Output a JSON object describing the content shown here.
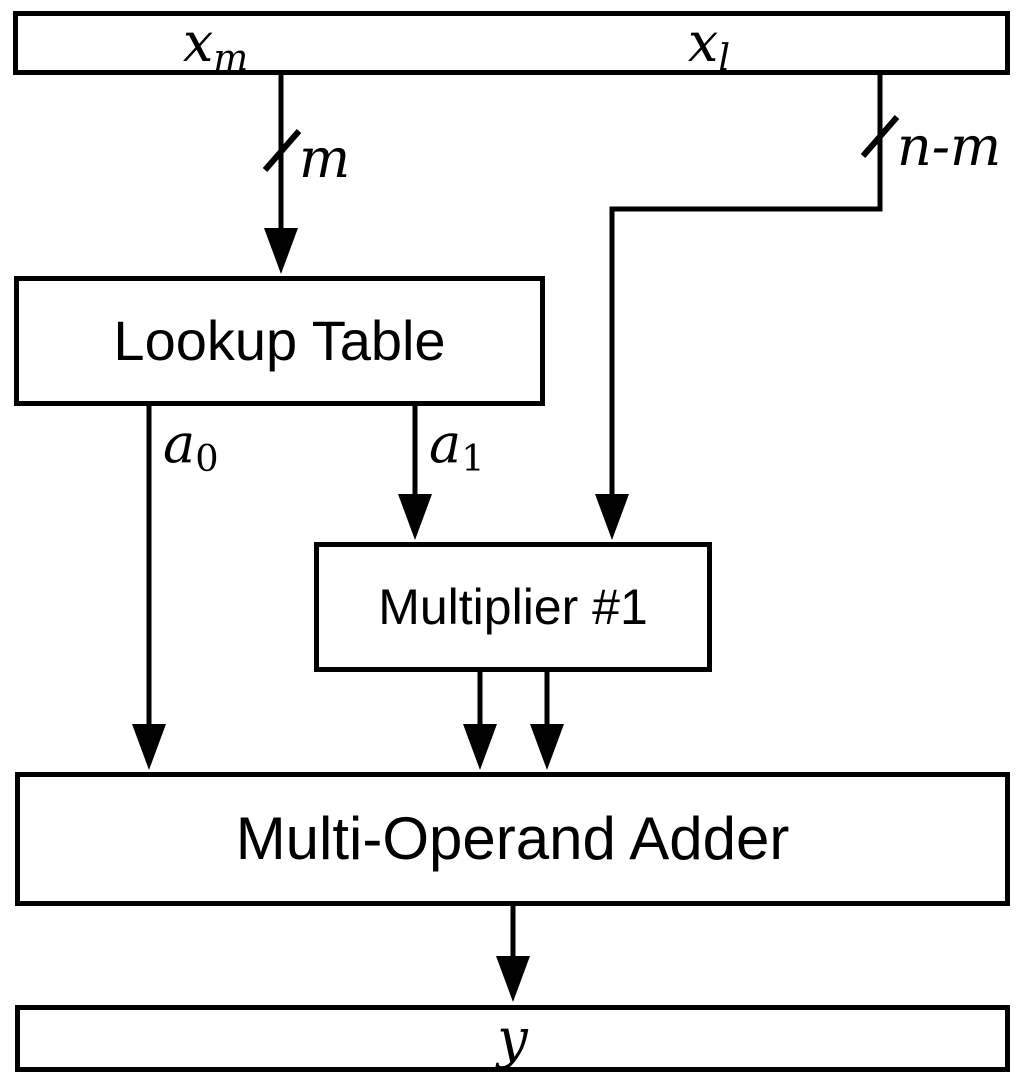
{
  "figure": {
    "type": "block-diagram",
    "colors": {
      "ink": "#000000",
      "background": "#ffffff"
    }
  },
  "blocks": {
    "input_bus": {
      "left_field": {
        "base": "x",
        "sub": "m"
      },
      "right_field": {
        "base": "x",
        "sub": "l"
      }
    },
    "lookup_table": {
      "label": "Lookup Table"
    },
    "multiplier": {
      "label": "Multiplier #1"
    },
    "adder": {
      "label": "Multi-Operand Adder"
    },
    "output_bus": {
      "label": "y"
    }
  },
  "wires": {
    "m": {
      "width_label": "m"
    },
    "n_minus_m": {
      "width_label": "n-m"
    },
    "a0": {
      "base": "a",
      "sub": "0"
    },
    "a1": {
      "base": "a",
      "sub": "1"
    }
  }
}
